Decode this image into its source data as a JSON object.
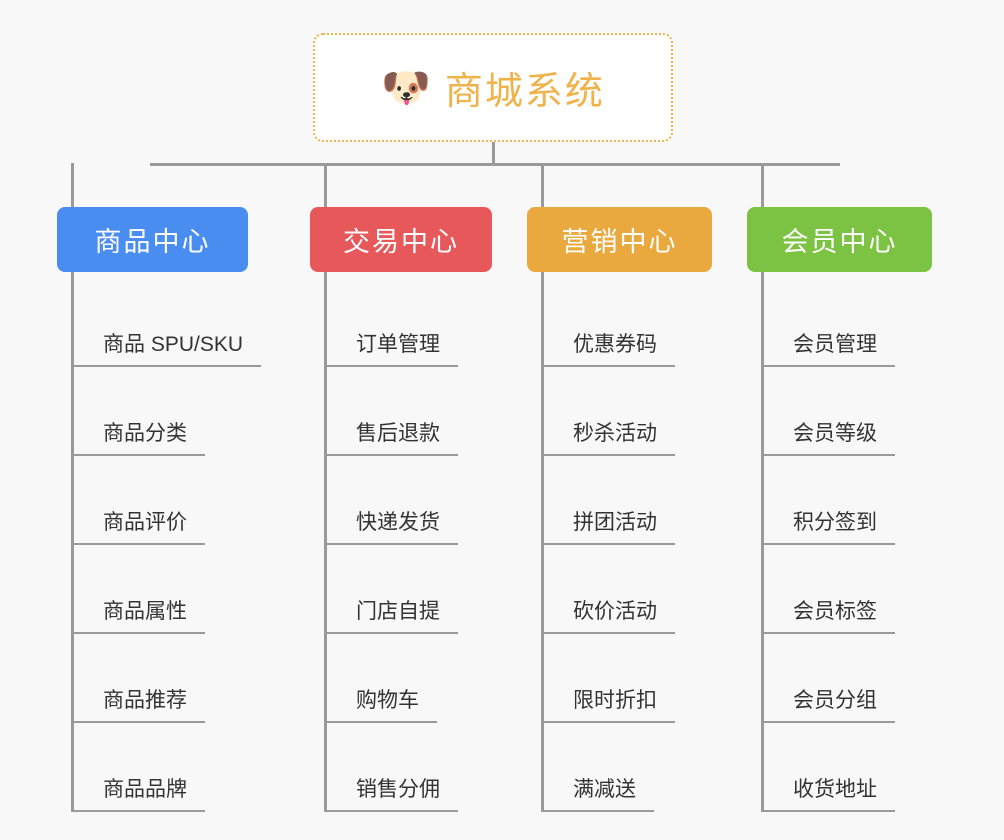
{
  "page": {
    "background_color": "#f8f8f8",
    "title": "商城系统"
  },
  "root": {
    "emoji": "🐶",
    "emoji_name": "shiba-dog-face-emoji",
    "label": "商城系统",
    "text_color": "#f0b24a",
    "border_color": "#f0b24a",
    "background_color": "#ffffff"
  },
  "connector_color": "#9a9a9a",
  "branches": [
    {
      "id": "product-center",
      "label": "商品中心",
      "color": "#4a8df0",
      "items": [
        "商品 SPU/SKU",
        "商品分类",
        "商品评价",
        "商品属性",
        "商品推荐",
        "商品品牌"
      ]
    },
    {
      "id": "trade-center",
      "label": "交易中心",
      "color": "#e6585a",
      "items": [
        "订单管理",
        "售后退款",
        "快递发货",
        "门店自提",
        "购物车",
        "销售分佣"
      ]
    },
    {
      "id": "marketing-center",
      "label": "营销中心",
      "color": "#eaa93f",
      "items": [
        "优惠券码",
        "秒杀活动",
        "拼团活动",
        "砍价活动",
        "限时折扣",
        "满减送"
      ]
    },
    {
      "id": "member-center",
      "label": "会员中心",
      "color": "#7cc243",
      "items": [
        "会员管理",
        "会员等级",
        "积分签到",
        "会员标签",
        "会员分组",
        "收货地址"
      ]
    }
  ]
}
